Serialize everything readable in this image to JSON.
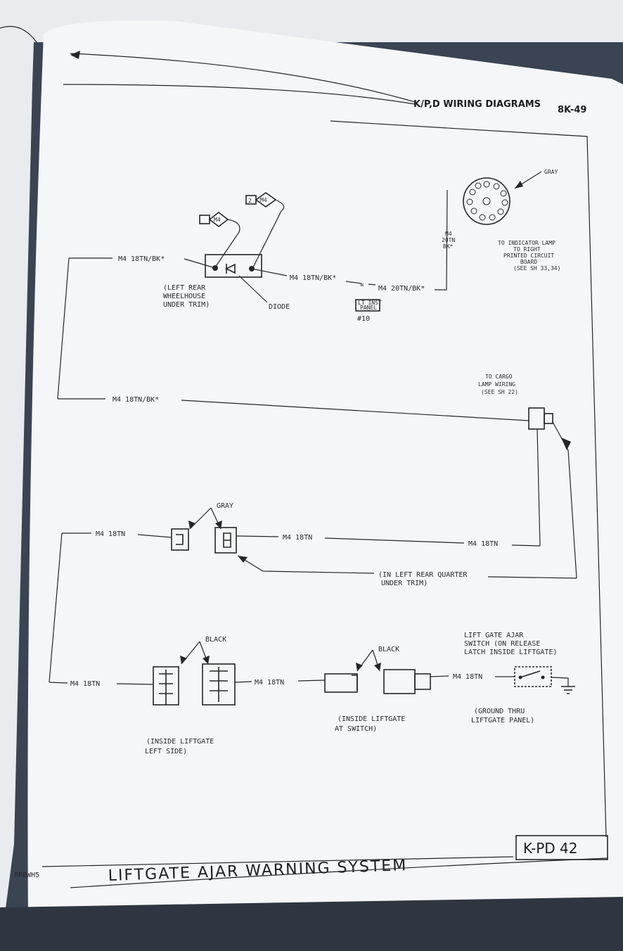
{
  "header": {
    "title": "K/P,D WIRING DIAGRAMS",
    "page": "8K-49"
  },
  "footer": {
    "code": "RR8WH5",
    "system_title": "LIFTGATE AJAR WARNING SYSTEM",
    "page_box": "K-PD 42"
  },
  "connectors": {
    "m4_top": "M4",
    "m4_2": "2",
    "m4_2b": "M4",
    "gray_top": "GRAY",
    "vertical_wire": [
      "M4",
      "20TN",
      "BK*"
    ]
  },
  "notes": {
    "indicator_lamp": [
      "TO INDICATOR LAMP",
      "TO RIGHT",
      "PRINTED CIRCUIT",
      "BOARD",
      "(SEE SH 33,34)"
    ],
    "wheelhouse": [
      "(LEFT REAR",
      "WHEELHOUSE",
      "UNDER TRIM)"
    ],
    "diode": "DIODE",
    "panel_ref": [
      "LT INST",
      "PANEL"
    ],
    "panel_num": "#10",
    "cargo": [
      "TO CARGO",
      "LAMP WIRING",
      "(SEE SH 22)"
    ],
    "gray_conn": "GRAY",
    "quarter": [
      "(IN LEFT REAR QUARTER",
      "UNDER TRIM)"
    ],
    "black_1": "BLACK",
    "black_2": "BLACK",
    "liftgate_left": [
      "(INSIDE LIFTGATE",
      "LEFT SIDE)"
    ],
    "liftgate_switch": [
      "(INSIDE LIFTGATE",
      "AT SWITCH)"
    ],
    "ajar_switch": [
      "LIFT GATE AJAR",
      "SWITCH (ON RELEASE",
      "LATCH INSIDE LIFTGATE)"
    ],
    "ground": [
      "(GROUND THRU",
      "LIFTGATE PANEL)"
    ]
  },
  "wires": {
    "w1": "M4  18TN/BK*",
    "w2": "M4  18TN/BK*",
    "w3": "M4  20TN/BK*",
    "w4": "M4  18TN/BK*",
    "w5": "M4  18TN",
    "w6": "M4  18TN",
    "w7": "M4  18TN",
    "w8": "M4  18TN",
    "w9": "M4  18TN",
    "w10": "M4  18TN"
  }
}
